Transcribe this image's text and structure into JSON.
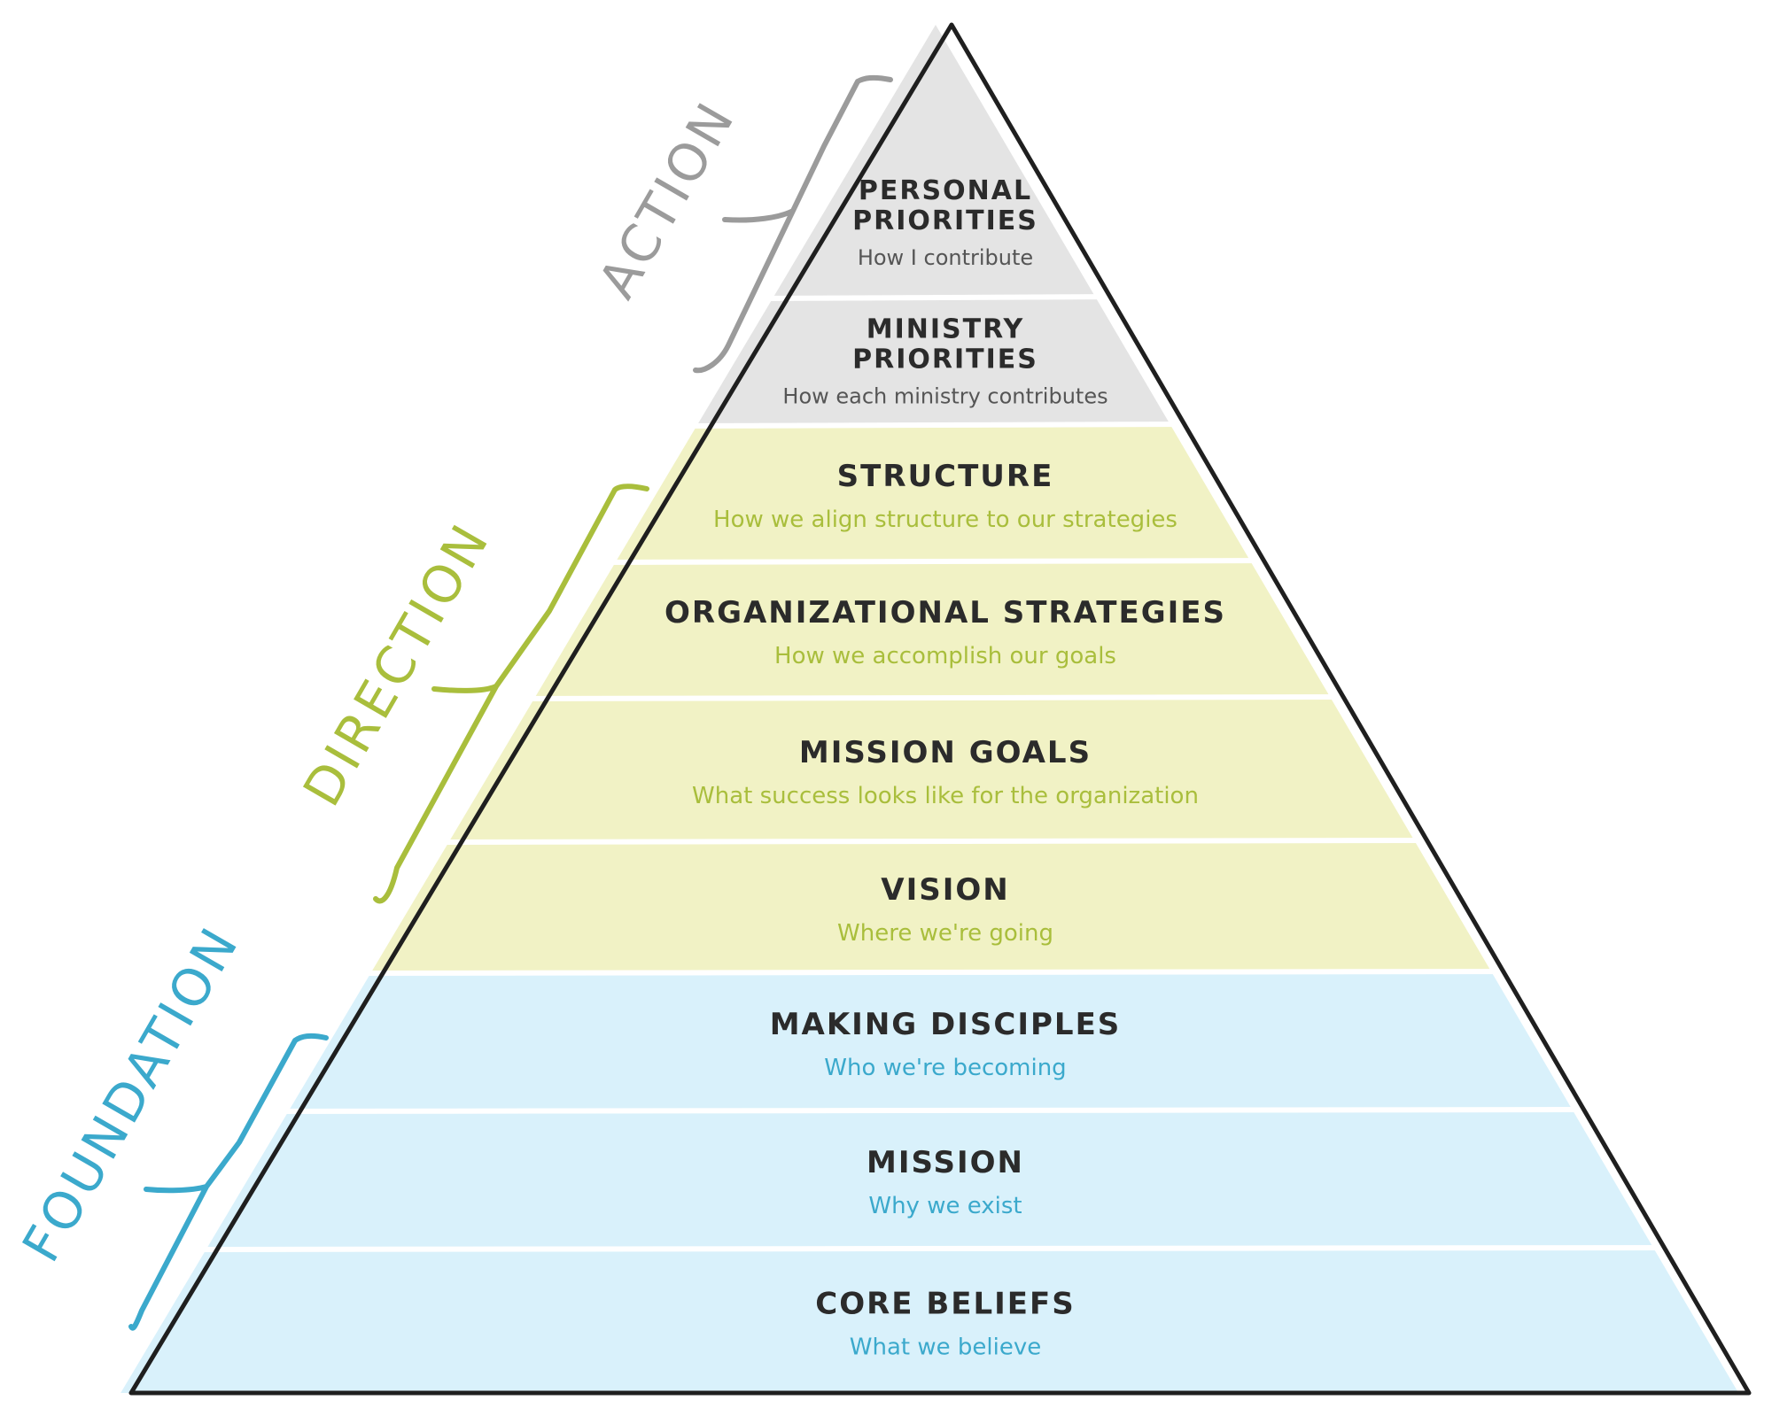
{
  "groups": {
    "action": {
      "label": "ACTION",
      "color": "#9b9b9b",
      "fill": "#e4e4e4"
    },
    "direction": {
      "label": "DIRECTION",
      "color": "#a9be3c",
      "fill": "#f1f2c5"
    },
    "foundation": {
      "label": "FOUNDATION",
      "color": "#3ba9cc",
      "fill": "#d9f1fb"
    }
  },
  "tiers": [
    {
      "title_lines": [
        "PERSONAL",
        "PRIORITIES"
      ],
      "subtitle": "How I contribute",
      "group": "action"
    },
    {
      "title_lines": [
        "MINISTRY",
        "PRIORITIES"
      ],
      "subtitle": "How each ministry contributes",
      "group": "action"
    },
    {
      "title_lines": [
        "STRUCTURE"
      ],
      "subtitle": "How we align structure to our strategies",
      "group": "direction"
    },
    {
      "title_lines": [
        "ORGANIZATIONAL STRATEGIES"
      ],
      "subtitle": "How we accomplish our goals",
      "group": "direction"
    },
    {
      "title_lines": [
        "MISSION GOALS"
      ],
      "subtitle": "What success looks like for the organization",
      "group": "direction"
    },
    {
      "title_lines": [
        "VISION"
      ],
      "subtitle": "Where we're going",
      "group": "direction"
    },
    {
      "title_lines": [
        "MAKING DISCIPLES"
      ],
      "subtitle": "Who we're becoming",
      "group": "foundation"
    },
    {
      "title_lines": [
        "MISSION"
      ],
      "subtitle": "Why we exist",
      "group": "foundation"
    },
    {
      "title_lines": [
        "CORE BELIEFS"
      ],
      "subtitle": "What we believe",
      "group": "foundation"
    }
  ]
}
